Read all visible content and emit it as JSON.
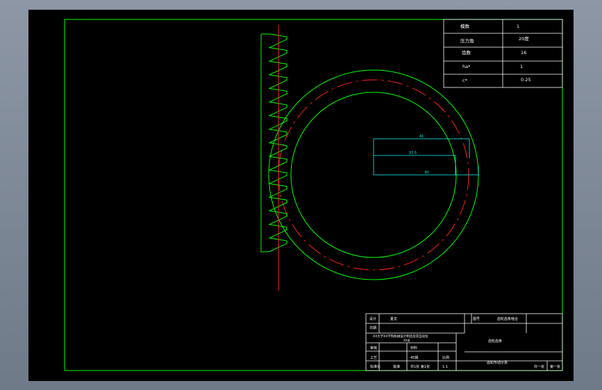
{
  "drawing": {
    "params": {
      "rows": [
        {
          "label": "模数",
          "value": "1"
        },
        {
          "label": "压力角",
          "value": "20度"
        },
        {
          "label": "齿数",
          "value": "16"
        },
        {
          "label": "ha*",
          "value": "1"
        },
        {
          "label": "c*",
          "value": "0.25"
        }
      ]
    },
    "dimensions": {
      "d1": "41",
      "d2": "37.5",
      "d3": "30"
    },
    "title_block": {
      "designer_label": "设计",
      "designer_name": "夏龙",
      "date_label": "日期",
      "school": "XX大学XX学院机械设计制造及其自动化",
      "class_name": "XX班",
      "drawing_no_label": "图号",
      "drawing_no_value": "齿轮齿条啮合",
      "title": "齿轮齿条",
      "reviewer_label": "审核",
      "scale_label": "比例",
      "scale_value": "1:1",
      "material_label": "材料",
      "material_value": "45钢",
      "sheet_label": "共1张 第1张",
      "company": "齿轮传动示意",
      "sheet_left": "共一张",
      "sheet_right": "第一张",
      "misc1": "工艺",
      "misc2": "标准化",
      "misc3": "批准"
    },
    "colors": {
      "outline": "#00ff00",
      "pitch": "#ff2020",
      "dimension": "#00ffff",
      "text": "#ffffff"
    }
  }
}
